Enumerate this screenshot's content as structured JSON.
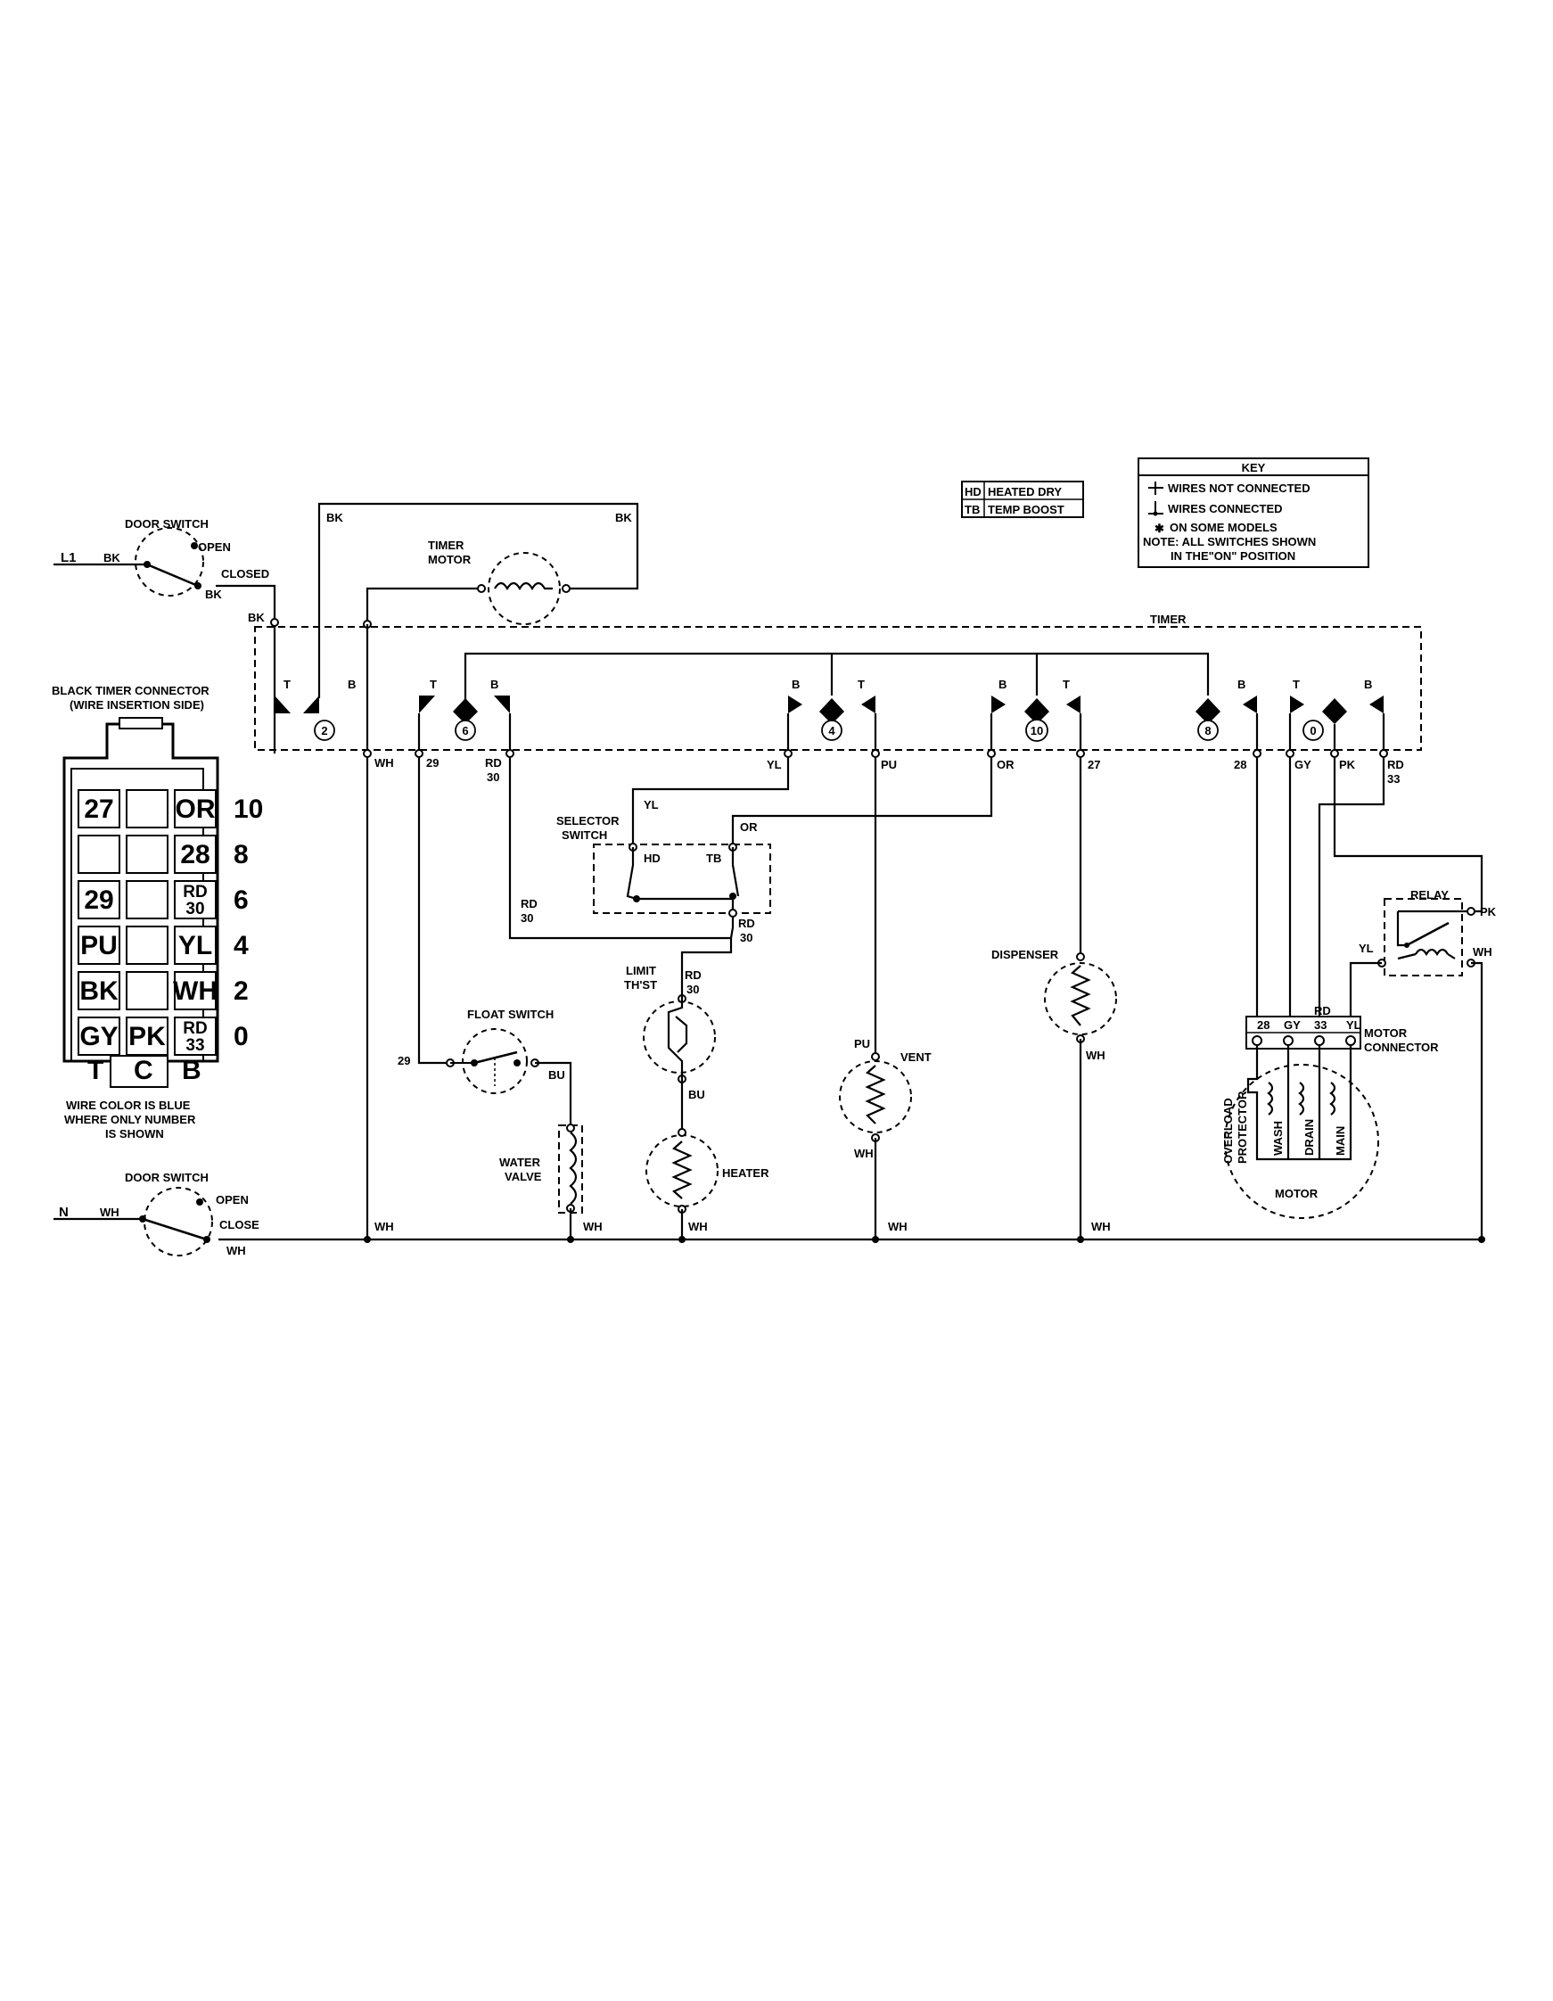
{
  "key": {
    "title": "KEY",
    "items": [
      "WIRES NOT CONNECTED",
      "WIRES CONNECTED",
      "ON SOME MODELS"
    ],
    "note_line1": "NOTE: ALL SWITCHES SHOWN",
    "note_line2": "IN THE\"ON\" POSITION"
  },
  "legend": {
    "hd_code": "HD",
    "hd_text": "HEATED DRY",
    "tb_code": "TB",
    "tb_text": "TEMP BOOST"
  },
  "timer": {
    "label": "TIMER",
    "contacts": [
      "2",
      "6",
      "4",
      "10",
      "8",
      "0"
    ],
    "t": "T",
    "b": "B"
  },
  "door_switch": {
    "label": "DOOR SWITCH",
    "open": "OPEN",
    "closed": "CLOSED",
    "close": "CLOSE"
  },
  "line": {
    "l1": "L1",
    "n": "N"
  },
  "components": {
    "timer_motor_1": "TIMER",
    "timer_motor_2": "MOTOR",
    "selector_1": "SELECTOR",
    "selector_2": "SWITCH",
    "hd": "HD",
    "tb": "TB",
    "limit_1": "LIMIT",
    "limit_2": "TH'ST",
    "heater": "HEATER",
    "float_switch": "FLOAT SWITCH",
    "water_1": "WATER",
    "water_2": "VALVE",
    "vent": "VENT",
    "dispenser": "DISPENSER",
    "relay": "RELAY",
    "motor_connector_1": "MOTOR",
    "motor_connector_2": "CONNECTOR",
    "motor": "MOTOR",
    "overload_1": "OVERLOAD",
    "overload_2": "PROTECTOR",
    "wash": "WASH",
    "drain": "DRAIN",
    "main": "MAIN"
  },
  "wires": {
    "bk": "BK",
    "wh": "WH",
    "yl": "YL",
    "pu": "PU",
    "or": "OR",
    "gy": "GY",
    "pk": "PK",
    "bu": "BU",
    "rd": "RD",
    "n29": "29",
    "n30": "30",
    "n27": "27",
    "n28": "28",
    "n33": "33"
  },
  "connector": {
    "title_1": "BLACK TIMER CONNECTOR",
    "title_2": "(WIRE INSERTION SIDE)",
    "rows": [
      {
        "cells": [
          "27",
          "",
          "OR"
        ],
        "num": "10"
      },
      {
        "cells": [
          "",
          "",
          "28"
        ],
        "num": "8"
      },
      {
        "cells": [
          "29",
          "",
          "RD|30"
        ],
        "num": "6"
      },
      {
        "cells": [
          "PU",
          "",
          "YL"
        ],
        "num": "4"
      },
      {
        "cells": [
          "BK",
          "",
          "WH"
        ],
        "num": "2"
      },
      {
        "cells": [
          "GY",
          "PK",
          "RD|33"
        ],
        "num": "0"
      }
    ],
    "bottom": [
      "T",
      "C",
      "B"
    ],
    "note_1": "WIRE COLOR IS BLUE",
    "note_2": "WHERE ONLY NUMBER",
    "note_3": "IS SHOWN"
  }
}
